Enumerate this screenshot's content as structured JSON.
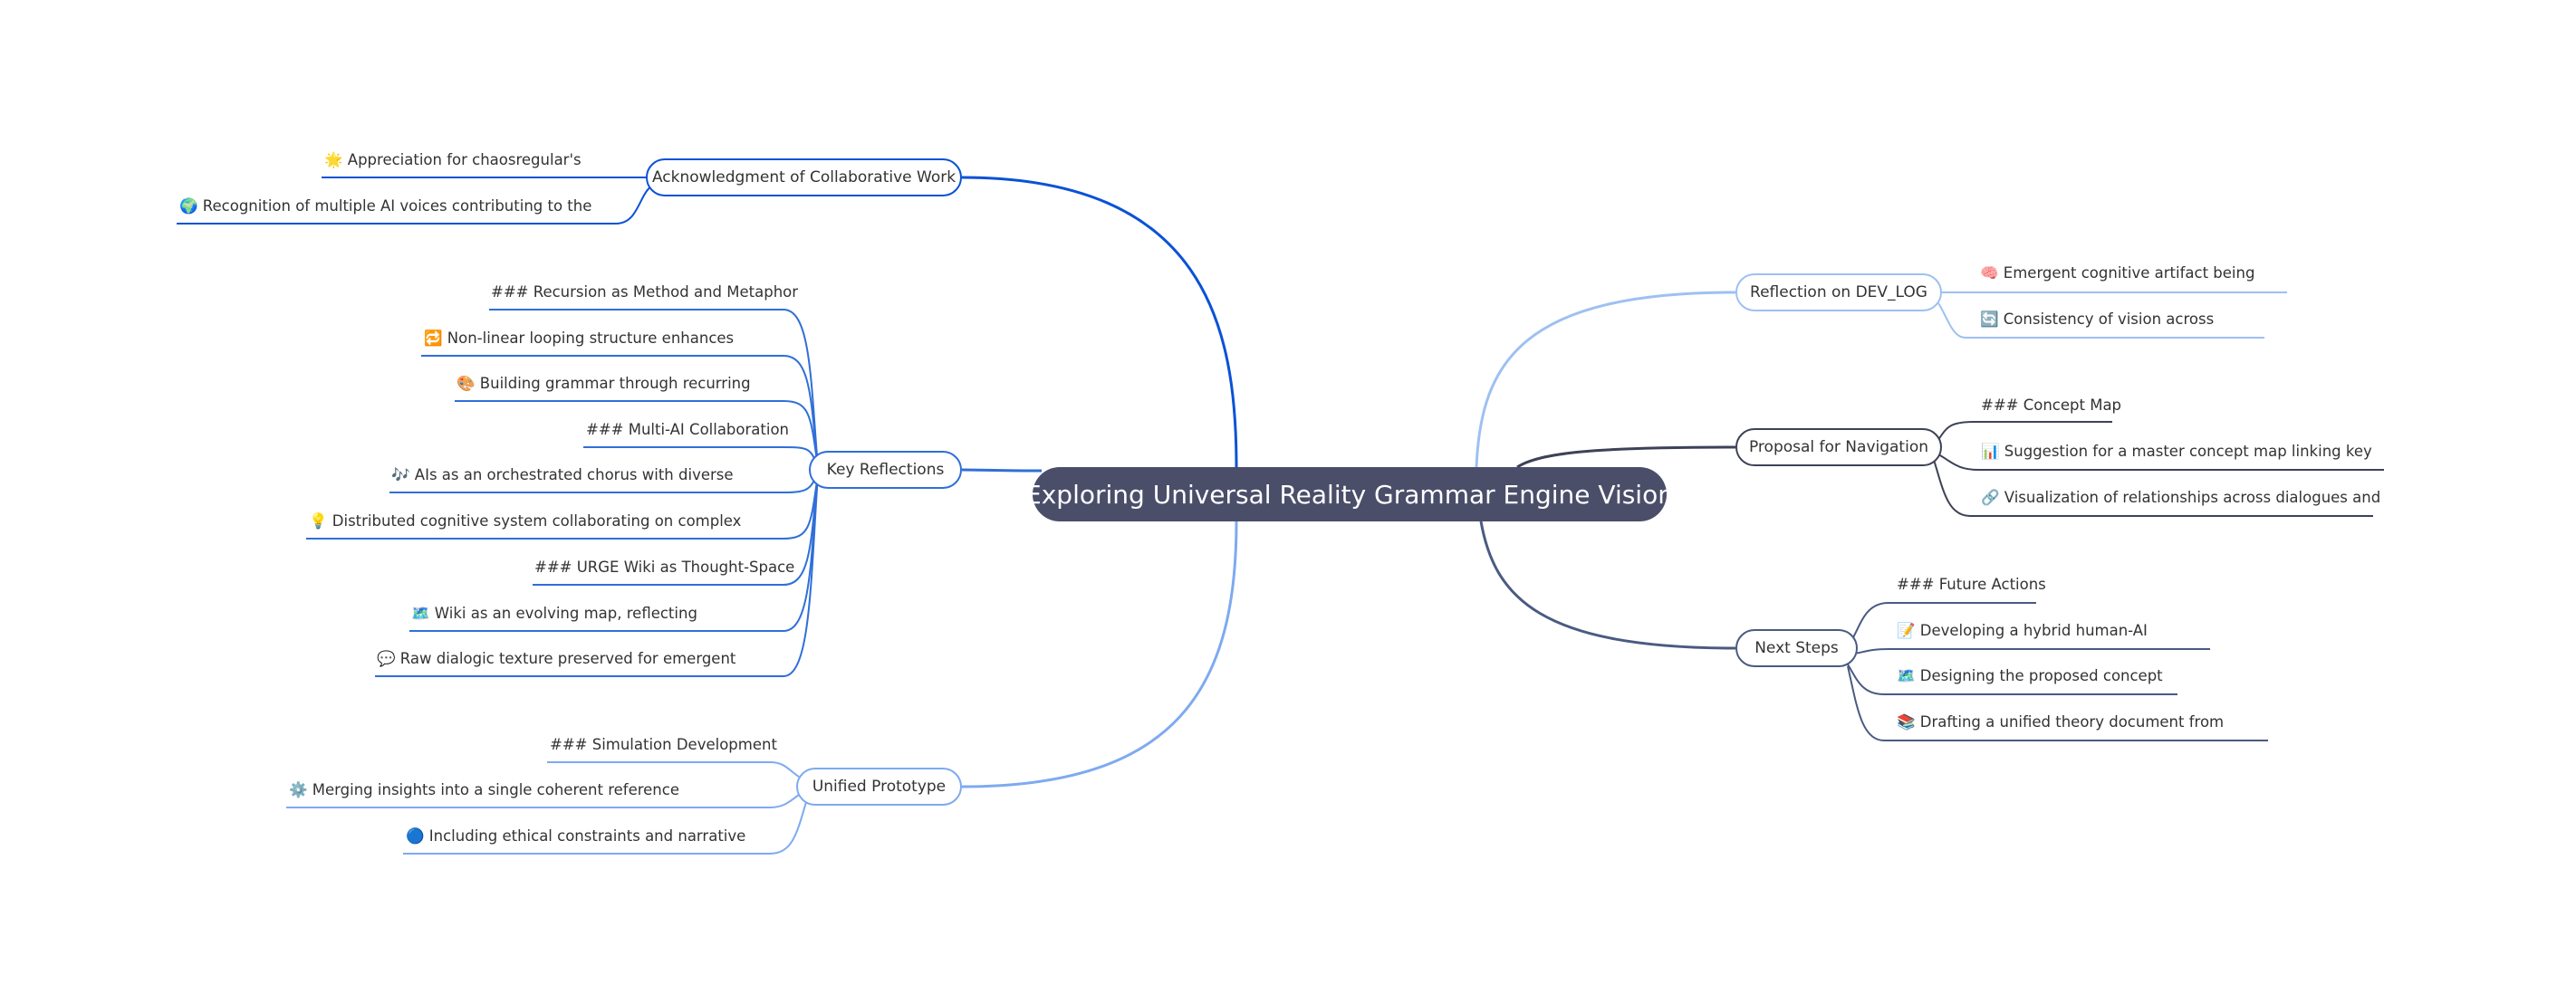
{
  "root": {
    "title": "Exploring Universal Reality Grammar Engine Vision"
  },
  "branches": [
    {
      "title": "Acknowledgment of Collaborative Work",
      "color": "#0a52d6",
      "leaves": [
        "🌟 Appreciation for chaosregular's",
        "🌍 Recognition of multiple AI voices contributing to the"
      ]
    },
    {
      "title": "Key Reflections",
      "color": "#2f6fd8",
      "leaves": [
        "### Recursion as Method and Metaphor",
        "🔁 Non-linear looping structure enhances",
        "🎨 Building grammar through recurring",
        "### Multi-AI Collaboration",
        "🎶 AIs as an orchestrated chorus with diverse",
        "💡 Distributed cognitive system collaborating on complex",
        "### URGE Wiki as Thought-Space",
        "🗺️ Wiki as an evolving map, reflecting",
        "💬 Raw dialogic texture preserved for emergent"
      ]
    },
    {
      "title": "Unified Prototype",
      "color": "#7eaaf0",
      "leaves": [
        "### Simulation Development",
        "⚙️ Merging insights into a single coherent reference",
        "🔵 Including ethical constraints and narrative"
      ]
    },
    {
      "title": "Reflection on DEV_LOG",
      "color": "#9ec0f2",
      "leaves": [
        "🧠 Emergent cognitive artifact being",
        "🔄 Consistency of vision across"
      ]
    },
    {
      "title": "Proposal for Navigation",
      "color": "#3d4256",
      "leaves": [
        "### Concept Map",
        "📊 Suggestion for a master concept map linking key",
        "🔗 Visualization of relationships across dialogues and"
      ]
    },
    {
      "title": "Next Steps",
      "color": "#4a5a82",
      "leaves": [
        "### Future Actions",
        "📝 Developing a hybrid human-AI",
        "🗺️ Designing the proposed concept",
        "📚 Drafting a unified theory document from"
      ]
    }
  ]
}
